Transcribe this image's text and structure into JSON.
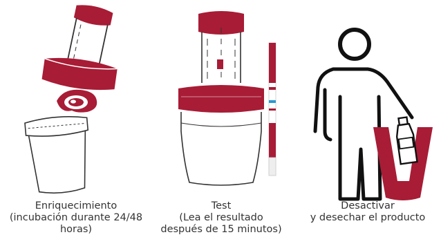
{
  "colors": {
    "accent": "#A81C36",
    "indicator": "#2A9BD1",
    "outline": "#333333",
    "text": "#333333"
  },
  "icons": {
    "step1": "enrichment-jar-with-meat-icon",
    "step2": "test-jar-with-strip-icon",
    "step3": "person-disposing-bottle-icon"
  },
  "steps": [
    {
      "lines": [
        "Enriquecimiento",
        "(incubación durante 24/48",
        "horas)"
      ]
    },
    {
      "lines": [
        "Test",
        "(Lea el resultado",
        "después de 15 minutos)"
      ]
    },
    {
      "lines": [
        "Desactivar",
        "y desechar el producto"
      ]
    }
  ]
}
